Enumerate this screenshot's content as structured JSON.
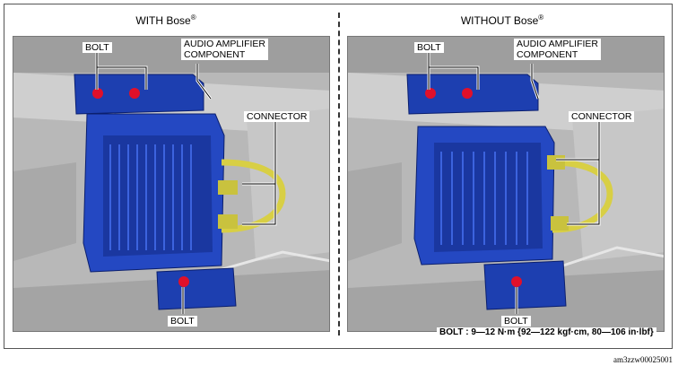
{
  "panels": [
    {
      "title": "WITH Bose",
      "title_mark": "®",
      "labels": {
        "bolt_top": "BOLT",
        "amp_line1": "AUDIO AMPLIFIER",
        "amp_line2": "COMPONENT",
        "connector": "CONNECTOR",
        "bolt_bottom": "BOLT"
      }
    },
    {
      "title": "WITHOUT Bose",
      "title_mark": "®",
      "labels": {
        "bolt_top": "BOLT",
        "amp_line1": "AUDIO AMPLIFIER",
        "amp_line2": "COMPONENT",
        "connector": "CONNECTOR",
        "bolt_bottom": "BOLT"
      }
    }
  ],
  "torque_spec": "BOLT : 9—12 N·m {92—122 kgf·cm, 80—106 in·lbf}",
  "figure_code": "am3zzw00025001",
  "colors": {
    "component_blue": "#1d3fb0",
    "component_edge": "#0b1f6e",
    "bolt_red": "#e0102a",
    "connector_yellow": "#d8cf45",
    "background_gray": "#bdbdbd"
  }
}
